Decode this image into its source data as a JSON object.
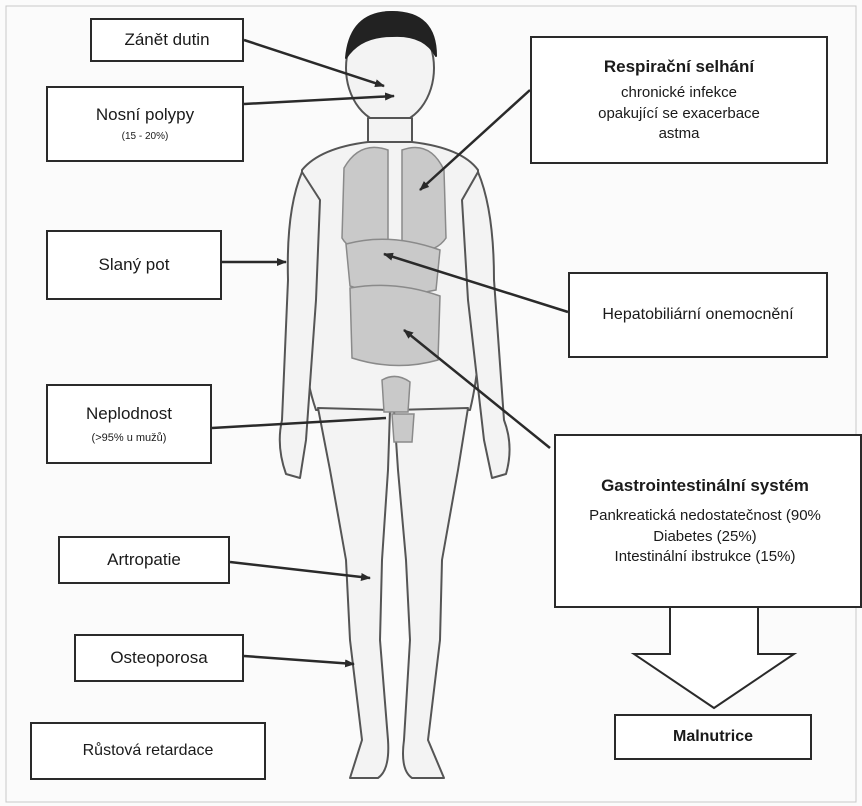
{
  "boxes": {
    "sinusitis": {
      "label": "Zánět dutin"
    },
    "polyps": {
      "label": "Nosní polypy",
      "note": "(15 - 20%)"
    },
    "respiratory": {
      "title": "Respirační selhání",
      "lines": [
        "chronické infekce",
        "opakující se exacerbace",
        "astma"
      ]
    },
    "sweat": {
      "label": "Slaný pot"
    },
    "hepatobiliary": {
      "label": "Hepatobiliární onemocnění"
    },
    "infertility": {
      "label": "Neplodnost",
      "note": "(>95% u mužů)"
    },
    "gastro": {
      "title": "Gastrointestinální systém",
      "lines": [
        "Pankreatická nedostatečnost (90%",
        "Diabetes (25%)",
        "Intestinální ibstrukce (15%)"
      ]
    },
    "arthropathy": {
      "label": "Artropatie"
    },
    "osteoporosis": {
      "label": "Osteoporosa"
    },
    "growth": {
      "label": "Růstová retardace"
    },
    "malnutrition": {
      "label": "Malnutrice"
    }
  },
  "colors": {
    "line": "#2a2a2a",
    "body_outline": "#555555",
    "organ_fill": "#c9c9c9",
    "body_fill": "#f3f3f3"
  }
}
